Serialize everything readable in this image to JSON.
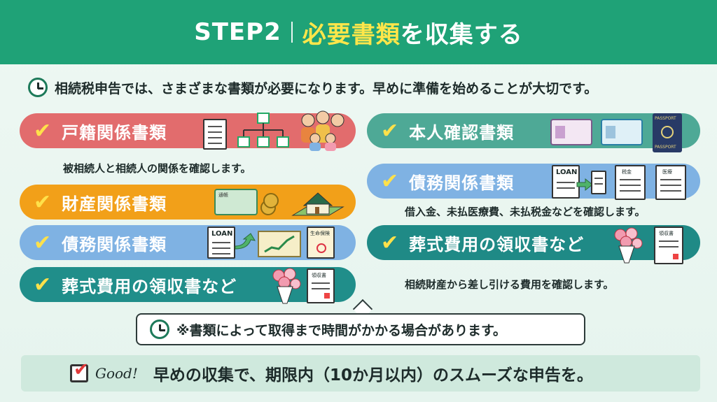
{
  "header": {
    "step": "STEP2",
    "title_highlight": "必要書類",
    "title_rest": "を収集する"
  },
  "intro": "相続税申告では、さまざまな書類が必要になります。早めに準備を始めることが大切です。",
  "left_items": [
    {
      "label": "戸籍関係書類",
      "color": "#e26c6d"
    },
    {
      "label": "財産関係書類",
      "color": "#f2a019"
    },
    {
      "label": "債務関係書類",
      "color": "#7fb2e3"
    },
    {
      "label": "葬式費用の領収書など",
      "color": "#208e8a"
    }
  ],
  "left_desc": "被相続人と相続人の関係を確認します。",
  "right_items": [
    {
      "label": "本人確認書類",
      "color": "#4ea996"
    },
    {
      "label": "債務関係書類",
      "color": "#7fb2e3"
    },
    {
      "label": "葬式費用の領収書など",
      "color": "#1f8a86"
    }
  ],
  "right_desc1": "借入金、未払医療費、未払税金などを確認します。",
  "right_desc2": "相続財産から差し引ける費用を確認します。",
  "icon_text": {
    "loan": "LOAN",
    "passport_top": "PASSPORT",
    "passport_bottom": "PASSPORT",
    "bankbook": "通帳",
    "insurance": "生命保険",
    "receipt": "領収書",
    "tax": "税金",
    "medical": "医療"
  },
  "note": "※書類によって取得まで時間がかかる場合があります。",
  "footer": {
    "good": "Good!",
    "message": "早めの収集で、期限内（10か月以内）のスムーズな申告を。"
  }
}
